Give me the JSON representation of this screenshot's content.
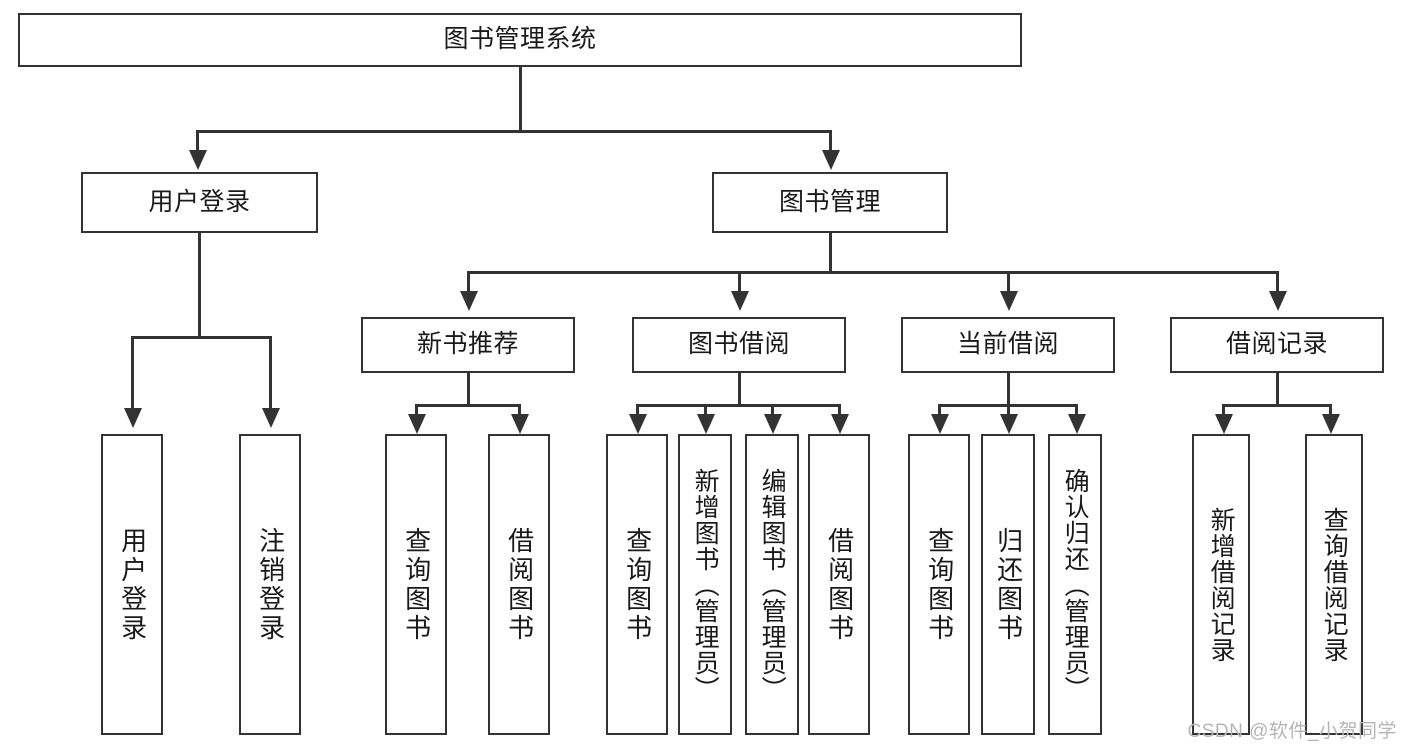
{
  "diagram": {
    "title": "图书管理系统",
    "type": "function-tree",
    "root": {
      "id": "root",
      "label": "图书管理系统",
      "orientation": "horizontal"
    },
    "level2": [
      {
        "id": "user-login",
        "label": "用户登录",
        "orientation": "horizontal"
      },
      {
        "id": "book-management",
        "label": "图书管理",
        "orientation": "horizontal"
      }
    ],
    "level3": [
      {
        "id": "new-book-recommend",
        "label": "新书推荐",
        "orientation": "horizontal",
        "parent": "book-management"
      },
      {
        "id": "book-borrow",
        "label": "图书借阅",
        "orientation": "horizontal",
        "parent": "book-management"
      },
      {
        "id": "current-borrow",
        "label": "当前借阅",
        "orientation": "horizontal",
        "parent": "book-management"
      },
      {
        "id": "borrow-records",
        "label": "借阅记录",
        "orientation": "horizontal",
        "parent": "book-management"
      }
    ],
    "leaves": [
      {
        "id": "leaf-user-login",
        "label": "用户登录",
        "parent": "user-login"
      },
      {
        "id": "leaf-logout",
        "label": "注销登录",
        "parent": "user-login"
      },
      {
        "id": "leaf-query-book-1",
        "label": "查询图书",
        "parent": "new-book-recommend"
      },
      {
        "id": "leaf-borrow-book-1",
        "label": "借阅图书",
        "parent": "new-book-recommend"
      },
      {
        "id": "leaf-query-book-2",
        "label": "查询图书",
        "parent": "book-borrow"
      },
      {
        "id": "leaf-add-book",
        "label": "新增图书（管理员）",
        "parent": "book-borrow"
      },
      {
        "id": "leaf-edit-book",
        "label": "编辑图书（管理员）",
        "parent": "book-borrow"
      },
      {
        "id": "leaf-borrow-book-2",
        "label": "借阅图书",
        "parent": "book-borrow"
      },
      {
        "id": "leaf-query-book-3",
        "label": "查询图书",
        "parent": "current-borrow"
      },
      {
        "id": "leaf-return-book",
        "label": "归还图书",
        "parent": "current-borrow"
      },
      {
        "id": "leaf-confirm-return",
        "label": "确认归还（管理员）",
        "parent": "current-borrow"
      },
      {
        "id": "leaf-add-record",
        "label": "新增借阅记录",
        "parent": "borrow-records"
      },
      {
        "id": "leaf-query-record",
        "label": "查询借阅记录",
        "parent": "borrow-records"
      }
    ],
    "colors": {
      "stroke": "#333333",
      "fill": "#ffffff",
      "text": "#1a1a1a",
      "watermark": "#b5b5b5"
    }
  },
  "watermark": {
    "text": "CSDN @软件_小贺同学"
  }
}
